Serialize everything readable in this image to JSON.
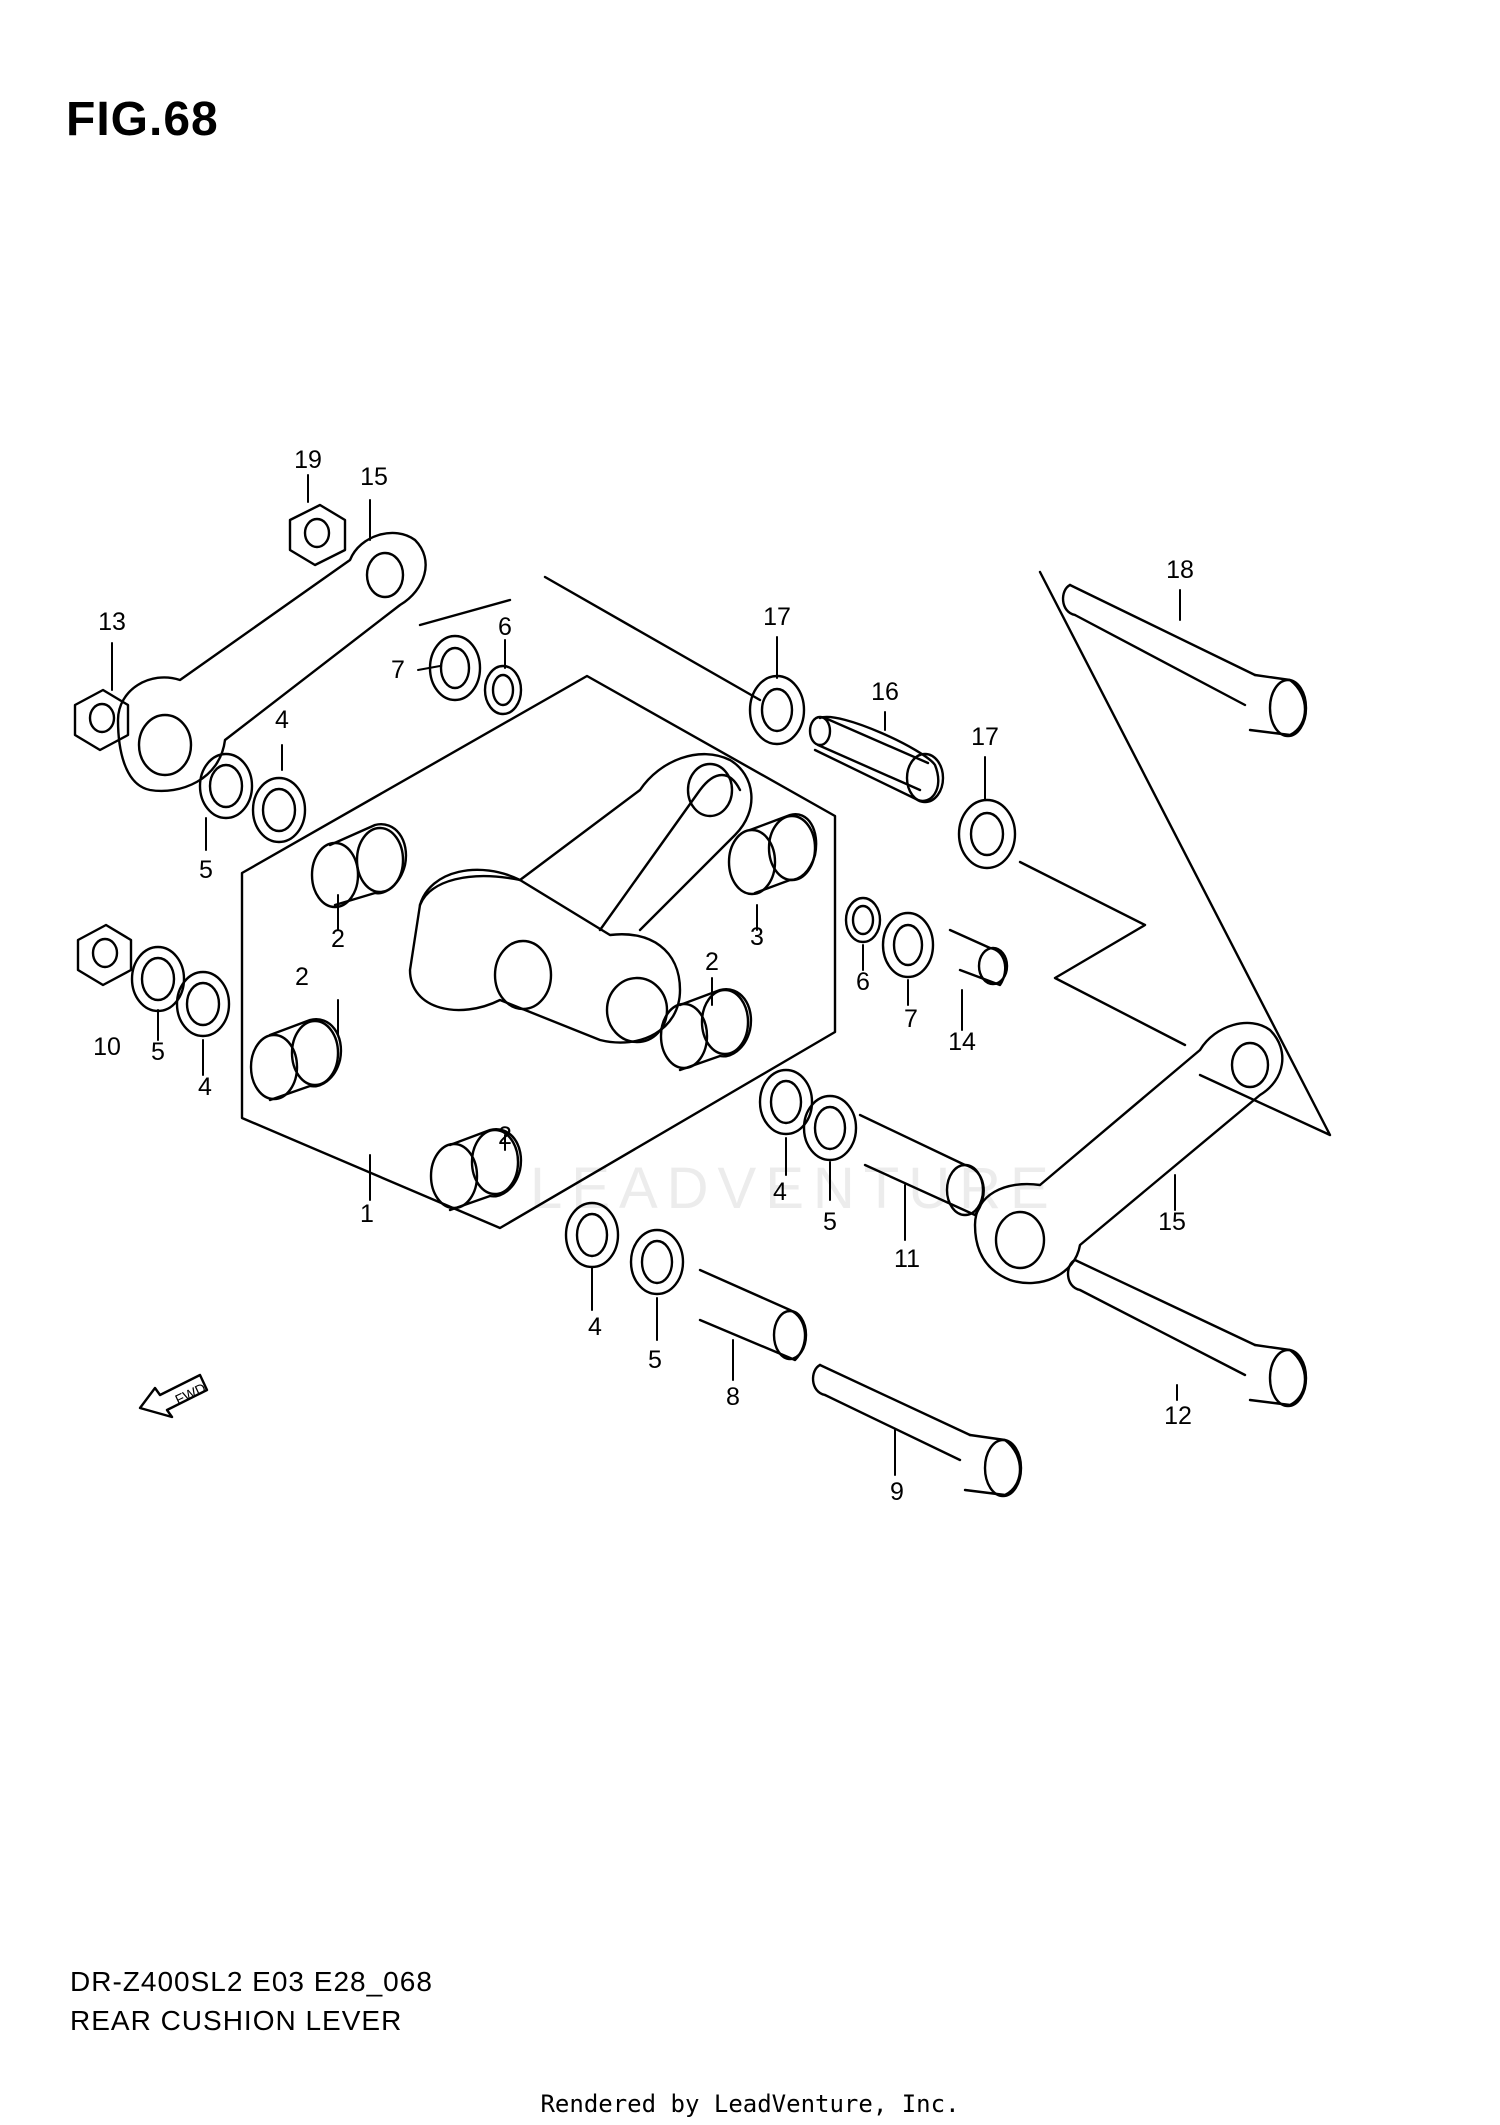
{
  "figure": {
    "title": "FIG.68",
    "model_code": "DR-Z400SL2 E03 E28_068",
    "diagram_title": "REAR CUSHION LEVER",
    "footer": "Rendered by LeadVenture, Inc.",
    "watermark": "LEADVENTURE",
    "fwd_label": "FWD"
  },
  "callouts": [
    {
      "id": "c19",
      "label": "19"
    },
    {
      "id": "c15a",
      "label": "15"
    },
    {
      "id": "c13",
      "label": "13"
    },
    {
      "id": "c7a",
      "label": "7"
    },
    {
      "id": "c6a",
      "label": "6"
    },
    {
      "id": "c4a",
      "label": "4"
    },
    {
      "id": "c5a",
      "label": "5"
    },
    {
      "id": "c17a",
      "label": "17"
    },
    {
      "id": "c16",
      "label": "16"
    },
    {
      "id": "c18",
      "label": "18"
    },
    {
      "id": "c17b",
      "label": "17"
    },
    {
      "id": "c2a",
      "label": "2"
    },
    {
      "id": "c3",
      "label": "3"
    },
    {
      "id": "c6b",
      "label": "6"
    },
    {
      "id": "c7b",
      "label": "7"
    },
    {
      "id": "c14",
      "label": "14"
    },
    {
      "id": "c10",
      "label": "10"
    },
    {
      "id": "c5b",
      "label": "5"
    },
    {
      "id": "c4b",
      "label": "4"
    },
    {
      "id": "c2b",
      "label": "2"
    },
    {
      "id": "c2c",
      "label": "2"
    },
    {
      "id": "c2d",
      "label": "2"
    },
    {
      "id": "c1",
      "label": "1"
    },
    {
      "id": "c4c",
      "label": "4"
    },
    {
      "id": "c5c",
      "label": "5"
    },
    {
      "id": "c11",
      "label": "11"
    },
    {
      "id": "c15b",
      "label": "15"
    },
    {
      "id": "c4d",
      "label": "4"
    },
    {
      "id": "c5d",
      "label": "5"
    },
    {
      "id": "c8",
      "label": "8"
    },
    {
      "id": "c9",
      "label": "9"
    },
    {
      "id": "c12",
      "label": "12"
    }
  ]
}
